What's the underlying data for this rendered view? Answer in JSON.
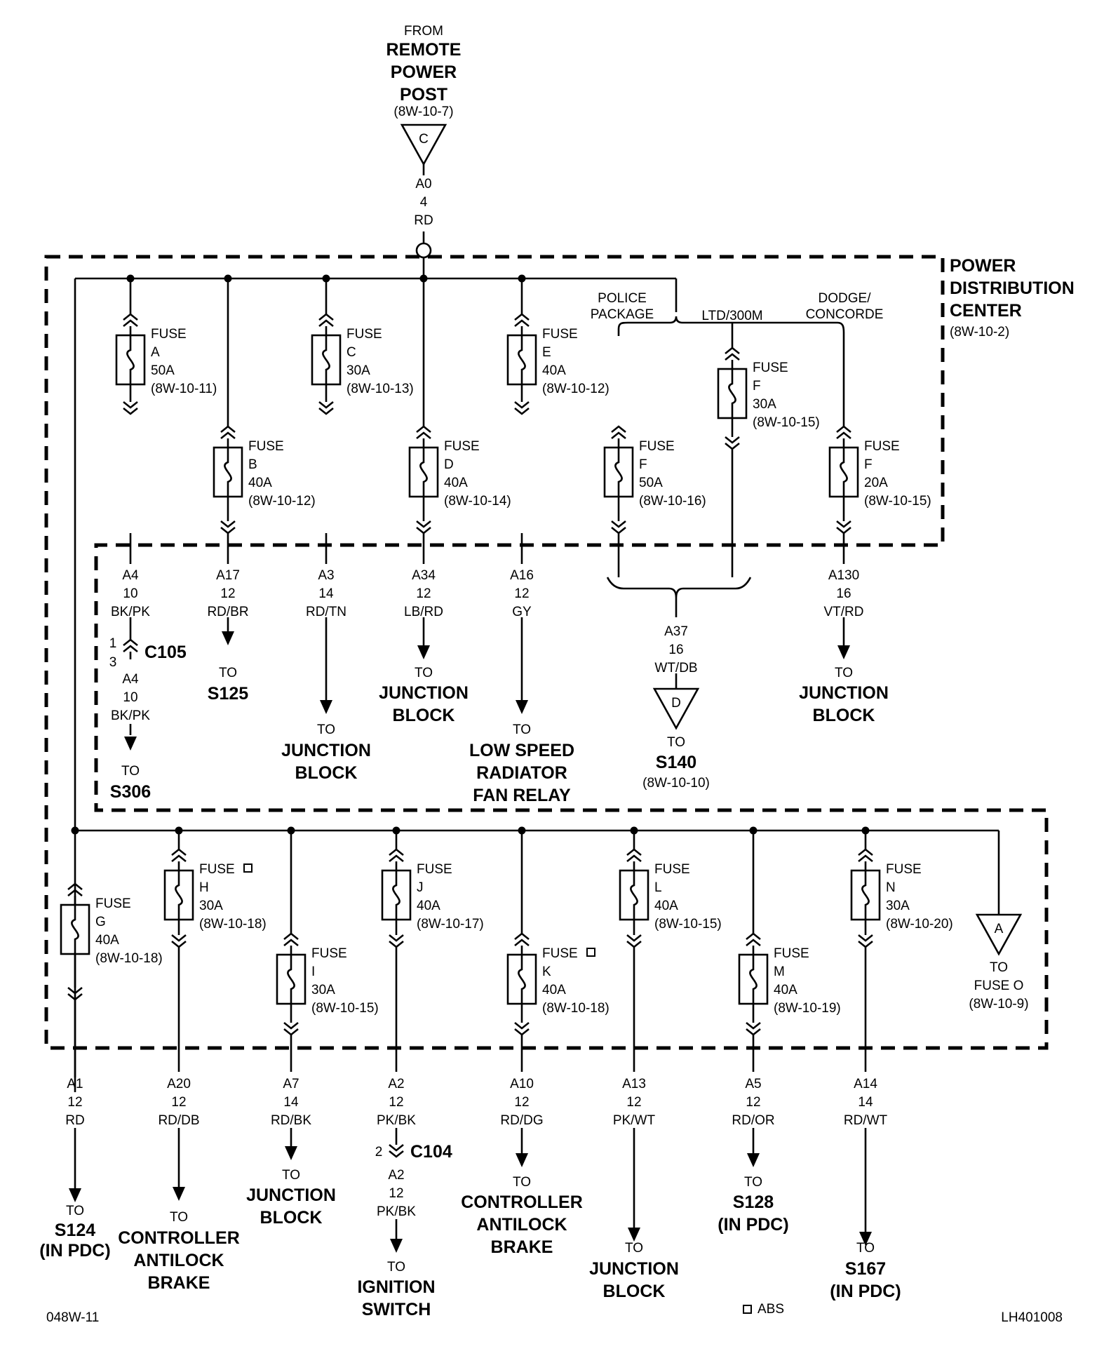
{
  "source": {
    "from": "FROM",
    "title_lines": [
      "REMOTE",
      "POWER",
      "POST"
    ],
    "ref": "(8W-10-7)",
    "connector": "C",
    "wire_lines": [
      "A0",
      "4",
      "RD"
    ]
  },
  "pdc": {
    "title_lines": [
      "POWER",
      "DISTRIBUTION",
      "CENTER"
    ],
    "ref": "(8W-10-2)"
  },
  "options": {
    "police": [
      "POLICE",
      "PACKAGE"
    ],
    "ltd": [
      "LTD/300M"
    ],
    "dodge": [
      "DODGE/",
      "CONCORDE"
    ]
  },
  "top_fuses": [
    {
      "label": [
        "FUSE",
        "A",
        "50A",
        "(8W-10-11)"
      ]
    },
    {
      "label": [
        "FUSE",
        "B",
        "40A",
        "(8W-10-12)"
      ]
    },
    {
      "label": [
        "FUSE",
        "C",
        "30A",
        "(8W-10-13)"
      ]
    },
    {
      "label": [
        "FUSE",
        "D",
        "40A",
        "(8W-10-14)"
      ]
    },
    {
      "label": [
        "FUSE",
        "E",
        "40A",
        "(8W-10-12)"
      ]
    },
    {
      "label": [
        "FUSE",
        "F",
        "50A",
        "(8W-10-16)"
      ]
    },
    {
      "label": [
        "FUSE",
        "F",
        "30A",
        "(8W-10-15)"
      ]
    },
    {
      "label": [
        "FUSE",
        "F",
        "20A",
        "(8W-10-15)"
      ]
    }
  ],
  "top_wires": [
    {
      "wire": [
        "A4",
        "10",
        "BK/PK"
      ]
    },
    {
      "wire": [
        "A17",
        "12",
        "RD/BR"
      ],
      "dest": [
        "TO",
        "S125"
      ]
    },
    {
      "wire": [
        "A3",
        "14",
        "RD/TN"
      ],
      "dest": [
        "TO",
        "JUNCTION",
        "BLOCK"
      ]
    },
    {
      "wire": [
        "A34",
        "12",
        "LB/RD"
      ],
      "dest": [
        "TO",
        "JUNCTION",
        "BLOCK"
      ]
    },
    {
      "wire": [
        "A16",
        "12",
        "GY"
      ],
      "dest": [
        "TO",
        "LOW SPEED",
        "RADIATOR",
        "FAN RELAY"
      ]
    },
    {
      "wire": [
        "A37",
        "16",
        "WT/DB"
      ],
      "connector": "D",
      "dest": [
        "TO",
        "S140"
      ],
      "ref": "(8W-10-10)"
    },
    {
      "wire": [
        "A130",
        "16",
        "VT/RD"
      ],
      "dest": [
        "TO",
        "JUNCTION",
        "BLOCK"
      ]
    }
  ],
  "c105": {
    "name": "C105",
    "pins": [
      "1",
      "3"
    ],
    "wire": [
      "A4",
      "10",
      "BK/PK"
    ],
    "dest": [
      "TO",
      "S306"
    ]
  },
  "bottom_fuses": [
    {
      "label": [
        "FUSE",
        "G",
        "40A",
        "(8W-10-18)"
      ],
      "abs": false
    },
    {
      "label": [
        "FUSE",
        "H",
        "30A",
        "(8W-10-18)"
      ],
      "abs": true
    },
    {
      "label": [
        "FUSE",
        "I",
        "30A",
        "(8W-10-15)"
      ],
      "abs": false
    },
    {
      "label": [
        "FUSE",
        "J",
        "40A",
        "(8W-10-17)"
      ],
      "abs": false
    },
    {
      "label": [
        "FUSE",
        "K",
        "40A",
        "(8W-10-18)"
      ],
      "abs": true
    },
    {
      "label": [
        "FUSE",
        "L",
        "40A",
        "(8W-10-15)"
      ],
      "abs": false
    },
    {
      "label": [
        "FUSE",
        "M",
        "40A",
        "(8W-10-19)"
      ],
      "abs": false
    },
    {
      "label": [
        "FUSE",
        "N",
        "30A",
        "(8W-10-20)"
      ],
      "abs": false
    }
  ],
  "fuse_o": {
    "connector": "A",
    "lines": [
      "TO",
      "FUSE O",
      "(8W-10-9)"
    ]
  },
  "bottom_wires": [
    {
      "wire": [
        "A1",
        "12",
        "RD"
      ],
      "dest": [
        "TO",
        "S124",
        "(IN PDC)"
      ]
    },
    {
      "wire": [
        "A20",
        "12",
        "RD/DB"
      ],
      "dest": [
        "TO",
        "CONTROLLER",
        "ANTILOCK",
        "BRAKE"
      ]
    },
    {
      "wire": [
        "A7",
        "14",
        "RD/BK"
      ],
      "dest": [
        "TO",
        "JUNCTION",
        "BLOCK"
      ]
    },
    {
      "wire": [
        "A2",
        "12",
        "PK/BK"
      ],
      "dest": [
        "TO",
        "IGNITION",
        "SWITCH"
      ]
    },
    {
      "wire": [
        "A10",
        "12",
        "RD/DG"
      ],
      "dest": [
        "TO",
        "CONTROLLER",
        "ANTILOCK",
        "BRAKE"
      ]
    },
    {
      "wire": [
        "A13",
        "12",
        "PK/WT"
      ],
      "dest": [
        "TO",
        "JUNCTION",
        "BLOCK"
      ]
    },
    {
      "wire": [
        "A5",
        "12",
        "RD/OR"
      ],
      "dest": [
        "TO",
        "S128",
        "(IN PDC)"
      ]
    },
    {
      "wire": [
        "A14",
        "14",
        "RD/WT"
      ],
      "dest": [
        "TO",
        "S167",
        "(IN PDC)"
      ]
    }
  ],
  "c104": {
    "name": "C104",
    "pin": "2",
    "wire": [
      "A2",
      "12",
      "PK/BK"
    ]
  },
  "footer": {
    "left": "048W-11",
    "legend": "ABS",
    "right": "LH401008"
  }
}
